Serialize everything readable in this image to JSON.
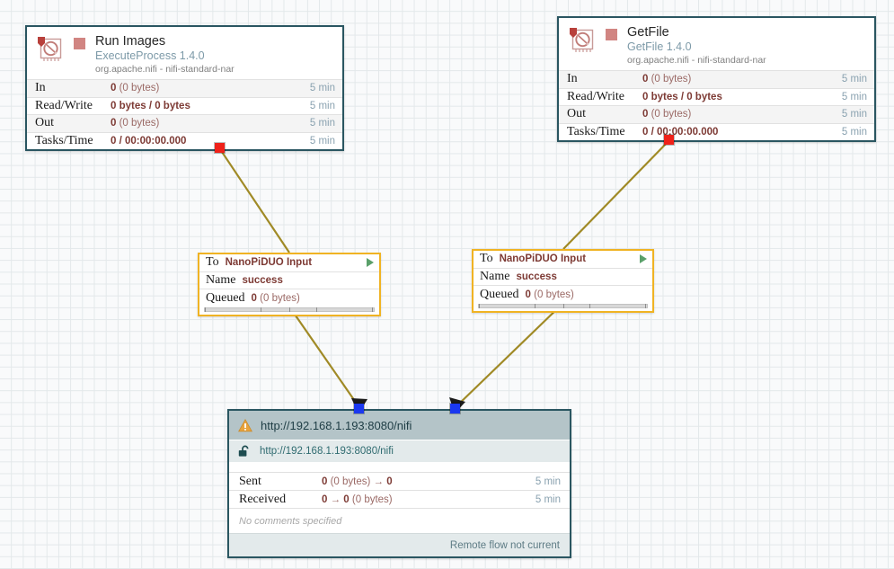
{
  "canvas": {
    "grid_color": "#e3e8ea",
    "background": "#f9fafb",
    "connection_line_color": "#a08a26"
  },
  "processors": [
    {
      "id": "run-images",
      "name": "Run Images",
      "type": "ExecuteProcess 1.4.0",
      "bundle": "org.apache.nifi - nifi-standard-nar",
      "run_status": "stopped",
      "status_color": "#d18582",
      "icon": "processor-icon",
      "stats": [
        {
          "label": "In",
          "value_bold": "0",
          "value_rest": " (0 bytes)",
          "time": "5 min"
        },
        {
          "label": "Read/Write",
          "value_bold": "0 bytes / 0 bytes",
          "value_rest": "",
          "time": "5 min"
        },
        {
          "label": "Out",
          "value_bold": "0",
          "value_rest": " (0 bytes)",
          "time": "5 min"
        },
        {
          "label": "Tasks/Time",
          "value_bold": "0 / 00:00:00.000",
          "value_rest": "",
          "time": "5 min"
        }
      ]
    },
    {
      "id": "getfile",
      "name": "GetFile",
      "type": "GetFile 1.4.0",
      "bundle": "org.apache.nifi - nifi-standard-nar",
      "run_status": "stopped",
      "status_color": "#d18582",
      "icon": "processor-icon",
      "stats": [
        {
          "label": "In",
          "value_bold": "0",
          "value_rest": " (0 bytes)",
          "time": "5 min"
        },
        {
          "label": "Read/Write",
          "value_bold": "0 bytes / 0 bytes",
          "value_rest": "",
          "time": "5 min"
        },
        {
          "label": "Out",
          "value_bold": "0",
          "value_rest": " (0 bytes)",
          "time": "5 min"
        },
        {
          "label": "Tasks/Time",
          "value_bold": "0 / 00:00:00.000",
          "value_rest": "",
          "time": "5 min"
        }
      ]
    }
  ],
  "connections": [
    {
      "id": "conn-left",
      "to_label": "To",
      "to_value": "NanoPiDUO Input",
      "name_label": "Name",
      "name_value": "success",
      "queued_label": "Queued",
      "queued_bold": "0",
      "queued_rest": " (0 bytes)",
      "border_color": "#f0b323"
    },
    {
      "id": "conn-right",
      "to_label": "To",
      "to_value": "NanoPiDUO Input",
      "name_label": "Name",
      "name_value": "success",
      "queued_label": "Queued",
      "queued_bold": "0",
      "queued_rest": " (0 bytes)",
      "border_color": "#f0b323"
    }
  ],
  "remote_process_group": {
    "header_text": "http://192.168.1.193:8080/nifi",
    "header_icon": "warning-triangle-icon",
    "uri_text": "http://192.168.1.193:8080/nifi",
    "uri_icon": "unlocked-padlock-icon",
    "stats": [
      {
        "label": "Sent",
        "value_bold": "0",
        "value_rest": " (0 bytes) → ",
        "value_bold2": "0",
        "time": "5 min"
      },
      {
        "label": "Received",
        "value_bold": "0",
        "value_rest": " → ",
        "value_bold2": "0",
        "value_rest2": " (0 bytes)",
        "time": "5 min"
      }
    ],
    "comments": "No comments specified",
    "footer": "Remote flow not current"
  }
}
